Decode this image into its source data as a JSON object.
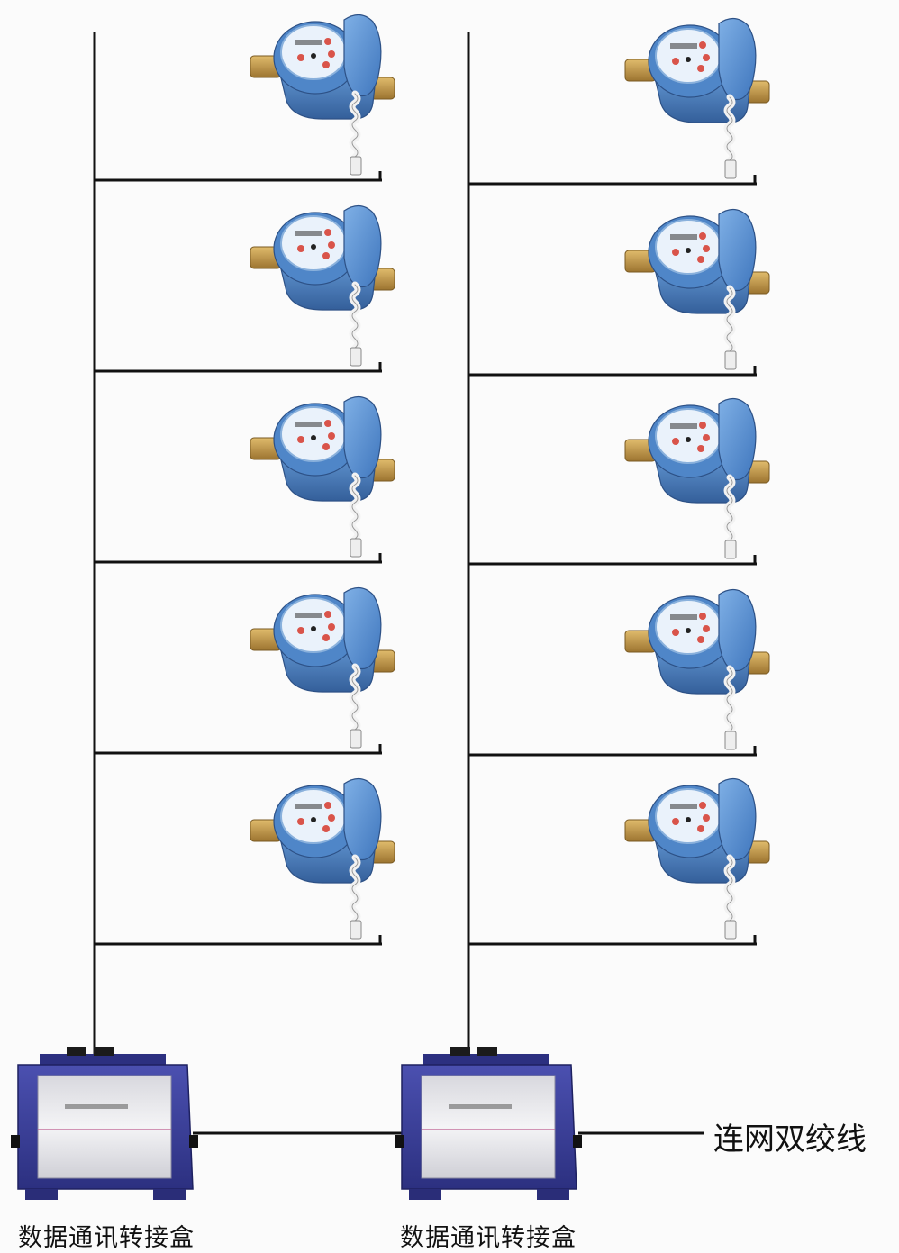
{
  "labels": {
    "box_left": "数据通讯转接盒",
    "box_right": "数据通讯转接盒",
    "cable": "连网双绞线"
  },
  "columns": [
    {
      "meter_count": 5
    },
    {
      "meter_count": 5
    }
  ],
  "colors": {
    "meter_body": "#4f86c8",
    "meter_body_dark": "#345f9a",
    "meter_lid": "#5b95d6",
    "brass_fitting": "#c49a4c",
    "box_body": "#3a3f9c",
    "box_panel": "#e4e4e8",
    "wire": "#111111"
  },
  "icons": [
    "water-meter-icon",
    "junction-box-icon"
  ]
}
